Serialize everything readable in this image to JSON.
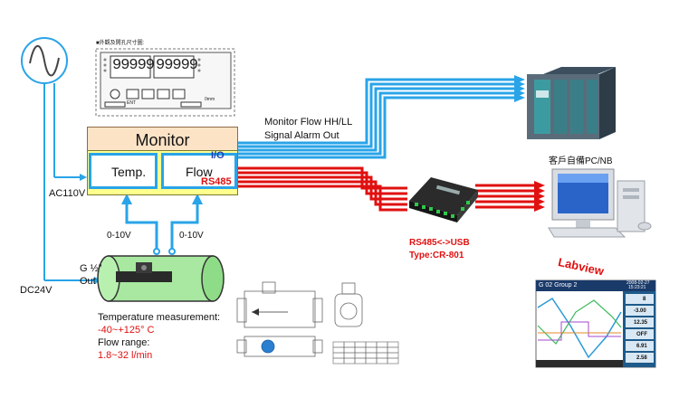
{
  "front_panel": {
    "caption": "■外觀及開孔尺寸圖:",
    "display_left": "99999",
    "display_right": "99999",
    "ent_label": "ENT",
    "unit": "0mm"
  },
  "monitor": {
    "title": "Monitor",
    "temp_label": "Temp.",
    "flow_label": "Flow",
    "io_label": "I/O",
    "rs485_label": "RS485"
  },
  "alarm_text": {
    "line1": "Monitor  Flow HH/LL",
    "line2": "Signal  Alarm  Out"
  },
  "power": {
    "ac_label": "AC110V",
    "dc_label": "DC24V"
  },
  "signals": {
    "left_label": "0-10V",
    "right_label": "0-10V"
  },
  "sensor": {
    "port_label": "G ½”",
    "out_label": "Out"
  },
  "specs": {
    "temp_title": "Temperature measurement:",
    "temp_value": "-40~+125° C",
    "flow_title": "Flow range:",
    "flow_value": "1.8~32 l/min"
  },
  "converter": {
    "label": "RS485<->USB",
    "type": "Type:CR-801"
  },
  "pc": {
    "label": "客戶自備PC/NB",
    "software": "Labview"
  },
  "screenshot": {
    "title": "G 02   Group 2",
    "date": "2008-02-27",
    "time": "15:23:21",
    "readings": [
      "8",
      "-3.00",
      "12.35",
      "OFF",
      "6.91",
      "2.58"
    ]
  },
  "colors": {
    "blue": "#29a4e8",
    "red": "#e01010",
    "labview": "#e01010"
  }
}
